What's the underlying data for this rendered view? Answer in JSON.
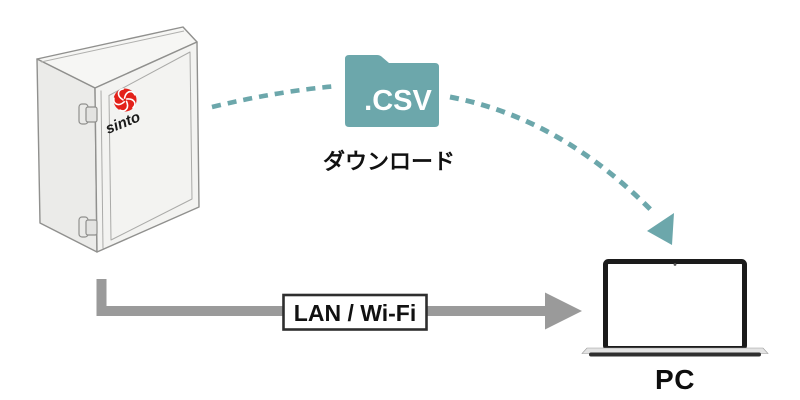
{
  "cabinet": {
    "brand": "sinto"
  },
  "csv_folder": {
    "label": ".CSV",
    "caption": "ダウンロード"
  },
  "lan_arrow": {
    "label": "LAN / Wi-Fi"
  },
  "pc": {
    "label": "PC"
  },
  "colors": {
    "teal": "#6CA7AB",
    "arrow_gray": "#9A9A9A",
    "logo_red": "#E3211A",
    "text_black": "#111111",
    "cabinet_outline": "#90908E"
  }
}
